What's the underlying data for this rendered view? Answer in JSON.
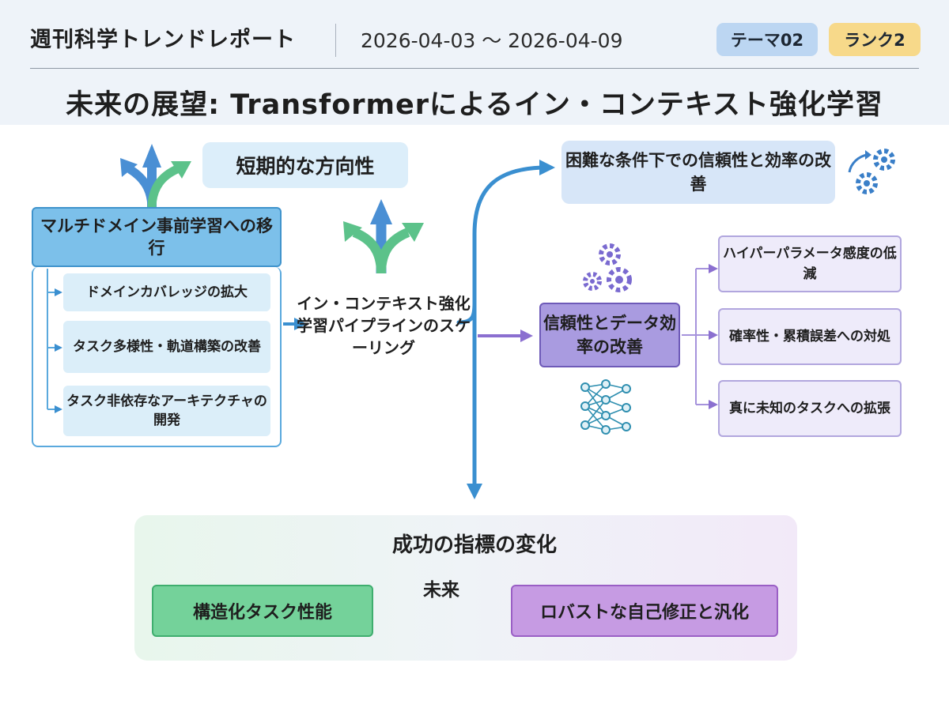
{
  "header": {
    "report_name": "週刊科学トレンドレポート",
    "date_range": "2026-04-03 〜 2026-04-09",
    "theme_tag": "テーマ02",
    "rank_tag": "ランク2"
  },
  "title": "未来の展望: Transformerによるイン・コンテキスト強化学習",
  "left": {
    "section_label": "短期的な方向性",
    "main_box": "マルチドメイン事前学習への移行",
    "items": [
      "ドメインカバレッジの拡大",
      "タスク多様性・軌道構築の改善",
      "タスク非依存なアーキテクチャの開発"
    ]
  },
  "center": {
    "scaling": "イン・コンテキスト強化学習パイプラインのスケーリング"
  },
  "right": {
    "difficult_conditions": "困難な条件下での信頼性と効率の改善",
    "reliability_box": "信頼性とデータ効率の改善",
    "items": [
      "ハイパーパラメータ感度の低減",
      "確率性・累積誤差への対処",
      "真に未知のタスクへの拡張"
    ]
  },
  "bottom": {
    "title": "成功の指標の変化",
    "from_box": "構造化タスク性能",
    "arrow_label": "未来",
    "to_box": "ロバストな自己修正と汎化"
  },
  "colors": {
    "blue": "#3a8fd0",
    "green": "#5cc28a",
    "purple": "#8b6fd0"
  }
}
